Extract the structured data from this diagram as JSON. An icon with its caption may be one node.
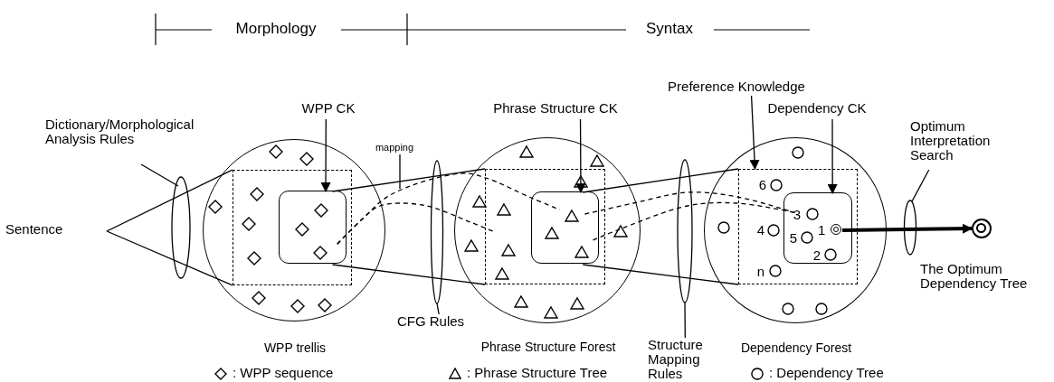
{
  "diagram": {
    "nodes": [
      {
        "text": [
          "Sentence"
        ]
      },
      {
        "text": [
          "Dictionary/Morphological Analysis Rules"
        ]
      },
      {
        "text": [
          "WPP trellis"
        ]
      },
      {
        "text": [],
        "shape": "box",
        "in": 2
      },
      {
        "text": [
          "WPP CK"
        ]
      },
      {
        "text": [],
        "shape": "box",
        "in": 3
      },
      {
        "text": [
          "mapping"
        ]
      },
      {
        "text": [
          "CFG Rules"
        ]
      },
      {
        "text": [
          "Phrase Structure Forest"
        ]
      },
      {
        "text": [],
        "shape": "box",
        "in": 8
      },
      {
        "text": [
          "Phrase Structure CK"
        ]
      },
      {
        "text": [],
        "shape": "box",
        "in": 9
      },
      {
        "text": [
          "Structure Mapping Rules"
        ]
      },
      {
        "text": [
          "Preference Knowledge"
        ]
      },
      {
        "text": [
          "Dependency Forest"
        ]
      },
      {
        "text": [],
        "shape": "box",
        "in": 14
      },
      {
        "text": [
          "Dependency CK"
        ]
      },
      {
        "text": [],
        "shape": "box",
        "in": 15
      },
      {
        "text": [],
        "shape": "circle",
        "in": 17,
        "beside": [
          "1"
        ]
      },
      {
        "text": [
          "Optimum Interpretation Search"
        ]
      },
      {
        "text": [],
        "shape": "circle",
        "beside": [
          "The Optimum Dependency Tree"
        ]
      }
    ],
    "edges": [
      {
        "from": 0,
        "to": 3,
        "arrow": "none"
      },
      {
        "from": 0,
        "to": 3,
        "arrow": "none"
      },
      {
        "from": 1,
        "to": null,
        "arrow": "none"
      },
      {
        "from": 4,
        "to": 5,
        "arrow": "to"
      },
      {
        "from": 5,
        "to": 9,
        "arrow": "none"
      },
      {
        "from": 5,
        "to": 9,
        "arrow": "none"
      },
      {
        "from": 5,
        "to": 11,
        "arrow": "none",
        "style": "dashed"
      },
      {
        "from": 5,
        "to": 9,
        "arrow": "none",
        "style": "dashed"
      },
      {
        "from": 6,
        "to": null,
        "arrow": "none"
      },
      {
        "from": 7,
        "to": null,
        "arrow": "none"
      },
      {
        "from": 10,
        "to": 11,
        "arrow": "to"
      },
      {
        "from": 11,
        "to": 15,
        "arrow": "none"
      },
      {
        "from": 11,
        "to": 15,
        "arrow": "none"
      },
      {
        "from": 11,
        "to": 17,
        "arrow": "none",
        "style": "dashed"
      },
      {
        "from": 11,
        "to": 17,
        "arrow": "none",
        "style": "dashed"
      },
      {
        "from": 12,
        "to": null,
        "arrow": "none"
      },
      {
        "from": 13,
        "to": 15,
        "arrow": "to"
      },
      {
        "from": 16,
        "to": 17,
        "arrow": "to"
      },
      {
        "from": 18,
        "to": 20,
        "arrow": "to",
        "style": "thick"
      },
      {
        "from": 19,
        "to": null,
        "arrow": "none"
      }
    ],
    "labels": [
      "Morphology",
      "Syntax",
      "6",
      "3",
      "4",
      "5",
      "2",
      "n"
    ],
    "legend": [
      {
        "text": ": WPP sequence"
      },
      {
        "text": ": Phrase Structure Tree"
      },
      {
        "text": ": Dependency Tree"
      }
    ]
  }
}
